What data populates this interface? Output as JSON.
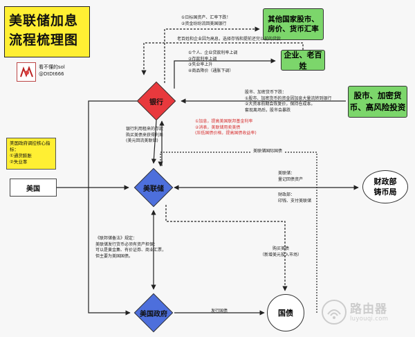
{
  "title": {
    "line1": "美联储加息",
    "line2": "流程梳理图"
  },
  "author": {
    "line1": "看不懂的sol",
    "line2": "@DtDt666"
  },
  "nodes": {
    "other_countries": {
      "line1": "其他国家股市、",
      "line2": "房价、货币汇率"
    },
    "companies_people": "企业、老百姓",
    "high_risk": {
      "line1": "股市、加密货",
      "line2": "币、高风险投资"
    },
    "treasury": {
      "line1": "财政部",
      "line2": "铸币局"
    },
    "bank": "银行",
    "fed": "美联储",
    "us_gov": "美国政府",
    "bonds": "国债",
    "usa": "美国"
  },
  "fed_goals": {
    "line1": "美国政府调控核心指",
    "line2": "标：",
    "line3": "①通货膨胀",
    "line4": "②失业率"
  },
  "notes": {
    "foreign": {
      "line1": "①日标国资产、汇率下跌！",
      "line2": "②资金纷纷流回美国银行"
    },
    "savings": "老百姓和企业因为高息，选择存钱和提前还完以前的贷款",
    "loans": {
      "line1": "①个人、企业贷款利率上调",
      "line2": "②存款利率上调",
      "line3": "③失业率上升",
      "line4": "④商品降价（通胀下调）"
    },
    "stocks": {
      "line1": "股市、加密货币下跌：",
      "line2": "①股市、加密货币的资金因加息大量流转到银行",
      "line3": "②大资本前期会恢复价，保持仓成本。",
      "line4": "套现离场后，股市会暴跌"
    },
    "bank_buy": {
      "line1": "银行利用租来的存款",
      "line2": "购买美债来获得利差",
      "line3": "(美元回流美联储)"
    },
    "rate_hike": {
      "line1": "①加息，提高美国联邦基金利率",
      "line2": "②消表，美联储用卖美债",
      "line3": "(压低国债价格，提高国债收益率)"
    },
    "fed_buy": "美联储国际国债",
    "fed_assets": {
      "line1": "美联储：",
      "line2": "量记回债资产"
    },
    "treasury_print": {
      "line1": "财政部：",
      "line2": "印钱、支付美联储"
    },
    "law": {
      "line1": "《联邦储备法》规定：",
      "line2": "美联储发行货币必须有资产担保：",
      "line3": "可以是黄金集、有价证券、商业汇票，",
      "line4": "但主要为美国国债。"
    },
    "buy_bonds": {
      "line1": "购买美债",
      "line2": "（新增美元投入市场）"
    },
    "issue_bonds": "发行国债"
  },
  "watermark": {
    "main": "路由器",
    "sub": "luyouqi.com"
  },
  "colors": {
    "yellow": "#ffef33",
    "green": "#7cd66b",
    "red": "#e8393d",
    "blue": "#4d6fdc",
    "red_text": "#d62f2f"
  }
}
